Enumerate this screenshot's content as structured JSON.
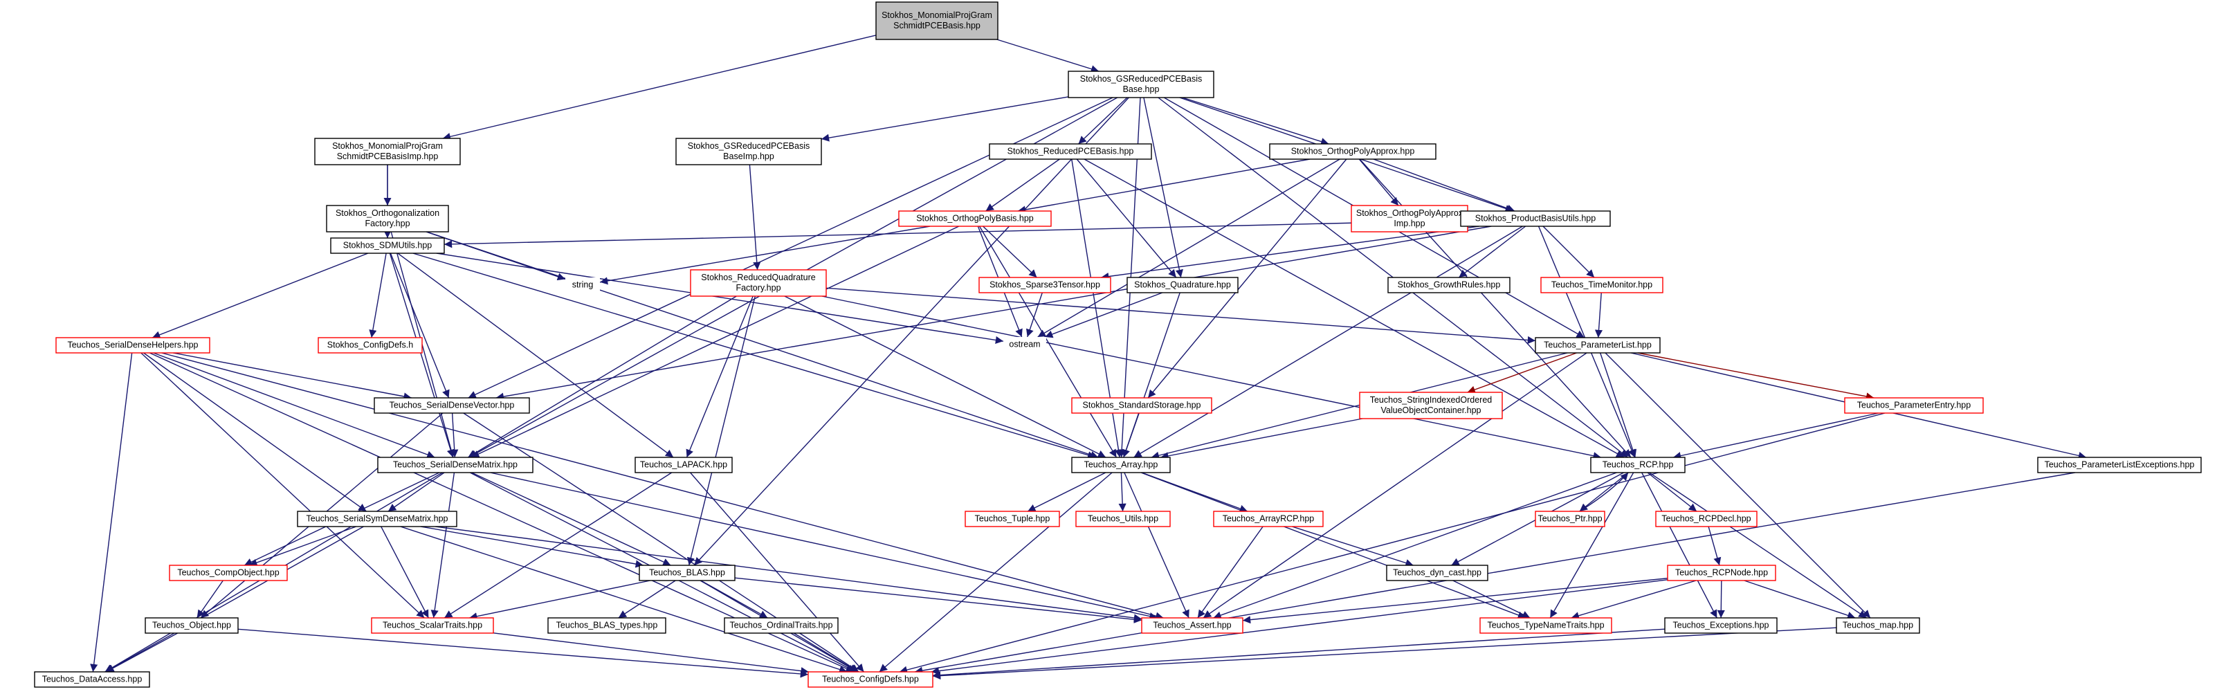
{
  "diagram": {
    "type": "include-dependency-graph",
    "nodes": [
      {
        "id": "root",
        "lines": [
          "Stokhos_MonomialProjGram",
          "SchmidtPCEBasis.hpp"
        ],
        "style": "root"
      },
      {
        "id": "gsrb",
        "lines": [
          "Stokhos_GSReducedPCEBasis",
          "Base.hpp"
        ],
        "style": "black"
      },
      {
        "id": "mpimp",
        "lines": [
          "Stokhos_MonomialProjGram",
          "SchmidtPCEBasisImp.hpp"
        ],
        "style": "black"
      },
      {
        "id": "gsrbimp",
        "lines": [
          "Stokhos_GSReducedPCEBasis",
          "BaseImp.hpp"
        ],
        "style": "black"
      },
      {
        "id": "rpce",
        "lines": [
          "Stokhos_ReducedPCEBasis.hpp"
        ],
        "style": "black"
      },
      {
        "id": "opa",
        "lines": [
          "Stokhos_OrthogPolyApprox.hpp"
        ],
        "style": "black"
      },
      {
        "id": "orthfac",
        "lines": [
          "Stokhos_Orthogonalization",
          "Factory.hpp"
        ],
        "style": "black"
      },
      {
        "id": "opb",
        "lines": [
          "Stokhos_OrthogPolyBasis.hpp"
        ],
        "style": "red"
      },
      {
        "id": "opaimp",
        "lines": [
          "Stokhos_OrthogPolyApprox",
          "Imp.hpp"
        ],
        "style": "red"
      },
      {
        "id": "pbu",
        "lines": [
          "Stokhos_ProductBasisUtils.hpp"
        ],
        "style": "black"
      },
      {
        "id": "sdm",
        "lines": [
          "Stokhos_SDMUtils.hpp"
        ],
        "style": "black"
      },
      {
        "id": "string",
        "lines": [
          "string"
        ],
        "style": "plain"
      },
      {
        "id": "rqf",
        "lines": [
          "Stokhos_ReducedQuadrature",
          "Factory.hpp"
        ],
        "style": "red"
      },
      {
        "id": "sparse",
        "lines": [
          "Stokhos_Sparse3Tensor.hpp"
        ],
        "style": "red"
      },
      {
        "id": "quad",
        "lines": [
          "Stokhos_Quadrature.hpp"
        ],
        "style": "black"
      },
      {
        "id": "growth",
        "lines": [
          "Stokhos_GrowthRules.hpp"
        ],
        "style": "black"
      },
      {
        "id": "timemon",
        "lines": [
          "Teuchos_TimeMonitor.hpp"
        ],
        "style": "red"
      },
      {
        "id": "sdh",
        "lines": [
          "Teuchos_SerialDenseHelpers.hpp"
        ],
        "style": "red"
      },
      {
        "id": "sconf",
        "lines": [
          "Stokhos_ConfigDefs.h"
        ],
        "style": "red"
      },
      {
        "id": "ostream",
        "lines": [
          "ostream"
        ],
        "style": "plain"
      },
      {
        "id": "plist",
        "lines": [
          "Teuchos_ParameterList.hpp"
        ],
        "style": "black"
      },
      {
        "id": "sdv",
        "lines": [
          "Teuchos_SerialDenseVector.hpp"
        ],
        "style": "black"
      },
      {
        "id": "stdstor",
        "lines": [
          "Stokhos_StandardStorage.hpp"
        ],
        "style": "red"
      },
      {
        "id": "sivo",
        "lines": [
          "Teuchos_StringIndexedOrdered",
          "ValueObjectContainer.hpp"
        ],
        "style": "red"
      },
      {
        "id": "pentry",
        "lines": [
          "Teuchos_ParameterEntry.hpp"
        ],
        "style": "red"
      },
      {
        "id": "sdmat",
        "lines": [
          "Teuchos_SerialDenseMatrix.hpp"
        ],
        "style": "black"
      },
      {
        "id": "lapack",
        "lines": [
          "Teuchos_LAPACK.hpp"
        ],
        "style": "black"
      },
      {
        "id": "array",
        "lines": [
          "Teuchos_Array.hpp"
        ],
        "style": "black"
      },
      {
        "id": "rcp",
        "lines": [
          "Teuchos_RCP.hpp"
        ],
        "style": "black"
      },
      {
        "id": "plex",
        "lines": [
          "Teuchos_ParameterListExceptions.hpp"
        ],
        "style": "black"
      },
      {
        "id": "ssdm",
        "lines": [
          "Teuchos_SerialSymDenseMatrix.hpp"
        ],
        "style": "black"
      },
      {
        "id": "tuple",
        "lines": [
          "Teuchos_Tuple.hpp"
        ],
        "style": "red"
      },
      {
        "id": "utils",
        "lines": [
          "Teuchos_Utils.hpp"
        ],
        "style": "red"
      },
      {
        "id": "arcp",
        "lines": [
          "Teuchos_ArrayRCP.hpp"
        ],
        "style": "red"
      },
      {
        "id": "ptr",
        "lines": [
          "Teuchos_Ptr.hpp"
        ],
        "style": "red"
      },
      {
        "id": "rcpdecl",
        "lines": [
          "Teuchos_RCPDecl.hpp"
        ],
        "style": "red"
      },
      {
        "id": "compobj",
        "lines": [
          "Teuchos_CompObject.hpp"
        ],
        "style": "red"
      },
      {
        "id": "blas",
        "lines": [
          "Teuchos_BLAS.hpp"
        ],
        "style": "black"
      },
      {
        "id": "dyncast",
        "lines": [
          "Teuchos_dyn_cast.hpp"
        ],
        "style": "black"
      },
      {
        "id": "rcpnode",
        "lines": [
          "Teuchos_RCPNode.hpp"
        ],
        "style": "red"
      },
      {
        "id": "object",
        "lines": [
          "Teuchos_Object.hpp"
        ],
        "style": "black"
      },
      {
        "id": "scalar",
        "lines": [
          "Teuchos_ScalarTraits.hpp"
        ],
        "style": "red"
      },
      {
        "id": "blastypes",
        "lines": [
          "Teuchos_BLAS_types.hpp"
        ],
        "style": "black"
      },
      {
        "id": "ordinal",
        "lines": [
          "Teuchos_OrdinalTraits.hpp"
        ],
        "style": "black"
      },
      {
        "id": "assert",
        "lines": [
          "Teuchos_Assert.hpp"
        ],
        "style": "red"
      },
      {
        "id": "typename",
        "lines": [
          "Teuchos_TypeNameTraits.hpp"
        ],
        "style": "red"
      },
      {
        "id": "except",
        "lines": [
          "Teuchos_Exceptions.hpp"
        ],
        "style": "black"
      },
      {
        "id": "map",
        "lines": [
          "Teuchos_map.hpp"
        ],
        "style": "black"
      },
      {
        "id": "dataacc",
        "lines": [
          "Teuchos_DataAccess.hpp"
        ],
        "style": "black"
      },
      {
        "id": "tconf",
        "lines": [
          "Teuchos_ConfigDefs.hpp"
        ],
        "style": "red"
      }
    ],
    "edges": [
      [
        "root",
        "gsrb",
        "blue"
      ],
      [
        "root",
        "mpimp",
        "blue"
      ],
      [
        "gsrb",
        "gsrbimp",
        "blue"
      ],
      [
        "gsrb",
        "rpce",
        "blue"
      ],
      [
        "gsrb",
        "opa",
        "blue"
      ],
      [
        "gsrb",
        "quad",
        "blue"
      ],
      [
        "gsrb",
        "pbu",
        "blue"
      ],
      [
        "gsrb",
        "sdv",
        "blue"
      ],
      [
        "gsrb",
        "sdmat",
        "blue"
      ],
      [
        "gsrb",
        "blas",
        "blue"
      ],
      [
        "gsrb",
        "plist",
        "blue"
      ],
      [
        "gsrb",
        "rcp",
        "blue"
      ],
      [
        "gsrb",
        "array",
        "blue"
      ],
      [
        "mpimp",
        "orthfac",
        "blue"
      ],
      [
        "mpimp",
        "sdm",
        "blue"
      ],
      [
        "gsrbimp",
        "rqf",
        "blue"
      ],
      [
        "rpce",
        "opb",
        "blue"
      ],
      [
        "rpce",
        "quad",
        "blue"
      ],
      [
        "rpce",
        "rcp",
        "blue"
      ],
      [
        "rpce",
        "array",
        "blue"
      ],
      [
        "opa",
        "opb",
        "blue"
      ],
      [
        "opa",
        "opaimp",
        "blue"
      ],
      [
        "opa",
        "pbu",
        "blue"
      ],
      [
        "opa",
        "rcp",
        "blue"
      ],
      [
        "opa",
        "ostream",
        "blue"
      ],
      [
        "opa",
        "stdstor",
        "blue"
      ],
      [
        "orthfac",
        "sdm",
        "blue"
      ],
      [
        "orthfac",
        "sdmat",
        "blue"
      ],
      [
        "orthfac",
        "string",
        "blue"
      ],
      [
        "orthfac",
        "array",
        "blue"
      ],
      [
        "opb",
        "string",
        "blue"
      ],
      [
        "opb",
        "sparse",
        "blue"
      ],
      [
        "opb",
        "ostream",
        "blue"
      ],
      [
        "opb",
        "sdmat",
        "blue"
      ],
      [
        "opb",
        "array",
        "blue"
      ],
      [
        "pbu",
        "sdm",
        "blue"
      ],
      [
        "pbu",
        "sparse",
        "blue"
      ],
      [
        "pbu",
        "growth",
        "blue"
      ],
      [
        "pbu",
        "timemon",
        "blue"
      ],
      [
        "pbu",
        "sdv",
        "blue"
      ],
      [
        "pbu",
        "array",
        "blue"
      ],
      [
        "pbu",
        "rcp",
        "blue"
      ],
      [
        "sdm",
        "sdh",
        "blue"
      ],
      [
        "sdm",
        "sconf",
        "blue"
      ],
      [
        "sdm",
        "sdv",
        "blue"
      ],
      [
        "sdm",
        "sdmat",
        "blue"
      ],
      [
        "sdm",
        "lapack",
        "blue"
      ],
      [
        "sdm",
        "array",
        "blue"
      ],
      [
        "sdm",
        "ostream",
        "blue"
      ],
      [
        "rqf",
        "sdmat",
        "blue"
      ],
      [
        "rqf",
        "lapack",
        "blue"
      ],
      [
        "rqf",
        "blas",
        "blue"
      ],
      [
        "rqf",
        "array",
        "blue"
      ],
      [
        "rqf",
        "plist",
        "blue"
      ],
      [
        "rqf",
        "rcp",
        "blue"
      ],
      [
        "sparse",
        "ostream",
        "blue"
      ],
      [
        "quad",
        "ostream",
        "blue"
      ],
      [
        "quad",
        "array",
        "blue"
      ],
      [
        "timemon",
        "plist",
        "blue"
      ],
      [
        "sdh",
        "sdv",
        "blue"
      ],
      [
        "sdh",
        "sdmat",
        "blue"
      ],
      [
        "sdh",
        "ssdm",
        "blue"
      ],
      [
        "sdh",
        "scalar",
        "blue"
      ],
      [
        "sdh",
        "dataacc",
        "blue"
      ],
      [
        "sdh",
        "tconf",
        "blue"
      ],
      [
        "sdh",
        "assert",
        "blue"
      ],
      [
        "plist",
        "sivo",
        "red"
      ],
      [
        "plist",
        "pentry",
        "red"
      ],
      [
        "plist",
        "plex",
        "blue"
      ],
      [
        "plist",
        "rcp",
        "blue"
      ],
      [
        "plist",
        "array",
        "blue"
      ],
      [
        "plist",
        "assert",
        "blue"
      ],
      [
        "plist",
        "map",
        "blue"
      ],
      [
        "sdv",
        "sdmat",
        "blue"
      ],
      [
        "sdv",
        "object",
        "blue"
      ],
      [
        "sdv",
        "tconf",
        "blue"
      ],
      [
        "stdstor",
        "array",
        "blue"
      ],
      [
        "sivo",
        "array",
        "blue"
      ],
      [
        "pentry",
        "rcp",
        "blue"
      ],
      [
        "pentry",
        "tconf",
        "blue"
      ],
      [
        "sdmat",
        "ssdm",
        "blue"
      ],
      [
        "sdmat",
        "compobj",
        "blue"
      ],
      [
        "sdmat",
        "blas",
        "blue"
      ],
      [
        "sdmat",
        "scalar",
        "blue"
      ],
      [
        "sdmat",
        "dataacc",
        "blue"
      ],
      [
        "sdmat",
        "tconf",
        "blue"
      ],
      [
        "sdmat",
        "assert",
        "blue"
      ],
      [
        "lapack",
        "scalar",
        "blue"
      ],
      [
        "lapack",
        "tconf",
        "blue"
      ],
      [
        "array",
        "tuple",
        "blue"
      ],
      [
        "array",
        "utils",
        "blue"
      ],
      [
        "array",
        "arcp",
        "blue"
      ],
      [
        "array",
        "assert",
        "blue"
      ],
      [
        "array",
        "typename",
        "blue"
      ],
      [
        "array",
        "tconf",
        "blue"
      ],
      [
        "rcp",
        "ptr",
        "blue"
      ],
      [
        "rcp",
        "rcpdecl",
        "blue"
      ],
      [
        "rcp",
        "dyncast",
        "blue"
      ],
      [
        "rcp",
        "assert",
        "blue"
      ],
      [
        "rcp",
        "typename",
        "blue"
      ],
      [
        "rcp",
        "except",
        "blue"
      ],
      [
        "rcp",
        "map",
        "blue"
      ],
      [
        "plex",
        "tconf",
        "blue"
      ],
      [
        "ssdm",
        "compobj",
        "blue"
      ],
      [
        "ssdm",
        "blas",
        "blue"
      ],
      [
        "ssdm",
        "scalar",
        "blue"
      ],
      [
        "ssdm",
        "dataacc",
        "blue"
      ],
      [
        "ssdm",
        "tconf",
        "blue"
      ],
      [
        "ssdm",
        "assert",
        "blue"
      ],
      [
        "arcp",
        "dyncast",
        "blue"
      ],
      [
        "arcp",
        "assert",
        "blue"
      ],
      [
        "ptr",
        "rcp",
        "blue"
      ],
      [
        "rcpdecl",
        "rcpnode",
        "blue"
      ],
      [
        "compobj",
        "object",
        "blue"
      ],
      [
        "blas",
        "scalar",
        "blue"
      ],
      [
        "blas",
        "blastypes",
        "blue"
      ],
      [
        "blas",
        "ordinal",
        "blue"
      ],
      [
        "blas",
        "assert",
        "blue"
      ],
      [
        "blas",
        "tconf",
        "blue"
      ],
      [
        "dyncast",
        "typename",
        "blue"
      ],
      [
        "rcpnode",
        "assert",
        "blue"
      ],
      [
        "rcpnode",
        "typename",
        "blue"
      ],
      [
        "rcpnode",
        "except",
        "blue"
      ],
      [
        "rcpnode",
        "map",
        "blue"
      ],
      [
        "rcpnode",
        "tconf",
        "blue"
      ],
      [
        "object",
        "dataacc",
        "blue"
      ],
      [
        "object",
        "tconf",
        "blue"
      ],
      [
        "scalar",
        "tconf",
        "blue"
      ],
      [
        "ordinal",
        "tconf",
        "blue"
      ],
      [
        "except",
        "tconf",
        "blue"
      ],
      [
        "map",
        "tconf",
        "blue"
      ]
    ]
  }
}
